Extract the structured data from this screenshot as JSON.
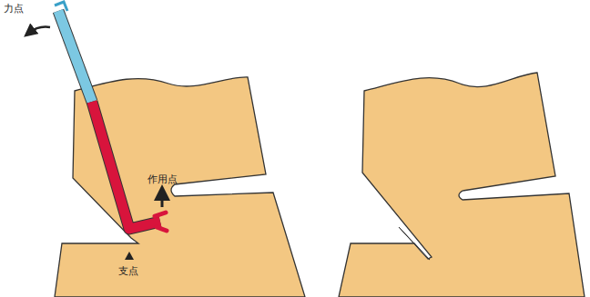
{
  "diagram": {
    "labels": [
      "力点",
      "作用点",
      "支点"
    ]
  }
}
